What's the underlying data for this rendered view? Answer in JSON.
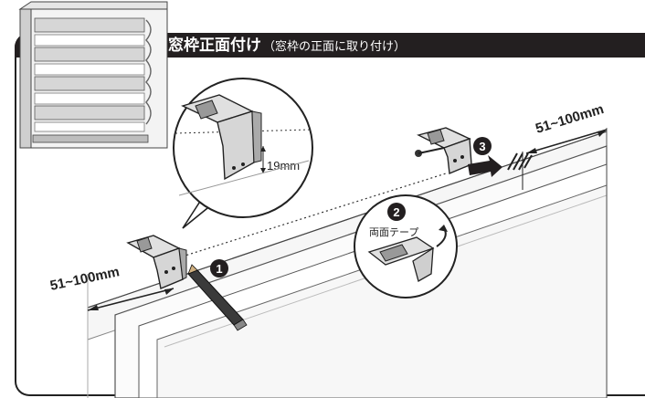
{
  "header": {
    "title": "窓枠正面付け",
    "subtitle": "（窓枠の正面に取り付け）"
  },
  "diagram": {
    "dimension_left": "51~100mm",
    "dimension_right": "51~100mm",
    "bracket_height": "19mm",
    "tape_label": "両面テープ",
    "step_1": "1",
    "step_2": "2",
    "step_3": "3"
  },
  "colors": {
    "header_bg": "#231f20",
    "line": "#231f20",
    "frame_gray": "#9a9a9a"
  }
}
